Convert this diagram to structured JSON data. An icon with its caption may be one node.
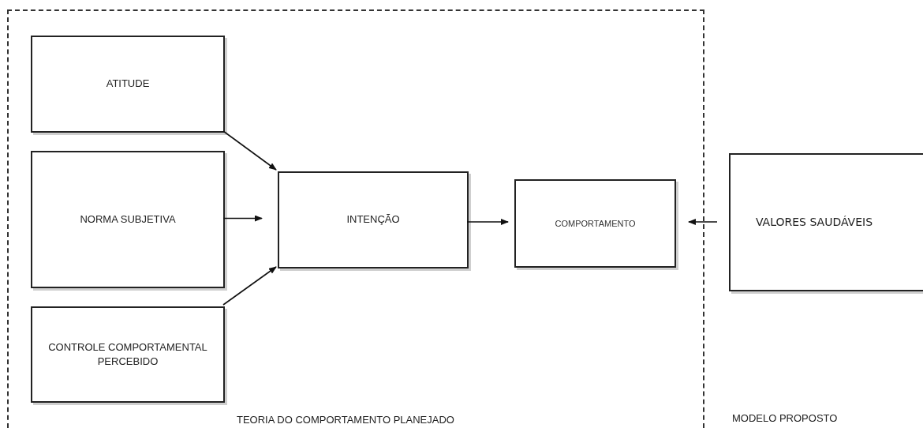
{
  "diagram": {
    "nodes": [
      {
        "text": [
          "TEORIA DO COMPORTAMENTO PLANEJADO"
        ]
      },
      {
        "text": [
          "ATITUDE"
        ],
        "in": 0
      },
      {
        "text": [
          "NORMA SUBJETIVA"
        ],
        "in": 0
      },
      {
        "text": [
          "CONTROLE COMPORTAMENTAL PERCEBIDO"
        ],
        "in": 0
      },
      {
        "text": [
          "INTENÇÃO"
        ],
        "in": 0
      },
      {
        "text": [
          "COMPORTAMENTO"
        ],
        "in": 0
      },
      {
        "text": [
          "VALORES SAUDÁVEIS"
        ]
      }
    ],
    "edges": [
      {
        "from": 1,
        "to": 4,
        "arrow": "to"
      },
      {
        "from": 2,
        "to": 4,
        "arrow": "to"
      },
      {
        "from": 3,
        "to": 4,
        "arrow": "to"
      },
      {
        "from": 4,
        "to": 5,
        "arrow": "to"
      },
      {
        "from": 6,
        "to": 5,
        "arrow": "to"
      }
    ],
    "labels": [
      "MODELO PROPOSTO"
    ]
  }
}
